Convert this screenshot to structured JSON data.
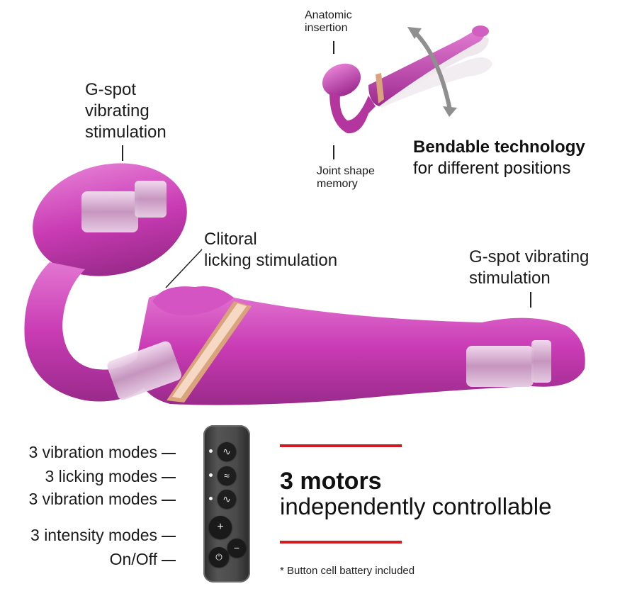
{
  "colors": {
    "product_main": "#c93bb4",
    "product_light": "#e47fd4",
    "product_dark": "#8a1d7b",
    "gold_band": "#d9a37c",
    "motor_silver": "#ddbfd8",
    "accent_red": "#d11a21",
    "remote_body": "#3d3d3d"
  },
  "top_figure": {
    "anatomic_insertion": "Anatomic\ninsertion",
    "joint_shape_memory": "Joint shape\nmemory",
    "bend_arrow_icon": "curved-double-arrow-icon"
  },
  "bendable": {
    "title": "Bendable technology",
    "subtitle": "for different positions"
  },
  "labels": {
    "gspot_left": "G-spot\nvibrating\nstimulation",
    "clitoral": "Clitoral\nlicking stimulation",
    "gspot_right": "G-spot vibrating\nstimulation"
  },
  "remote": {
    "labels": [
      "3 vibration modes",
      "3 licking modes",
      "3 vibration modes",
      "3 intensity modes",
      "On/Off"
    ],
    "buttons": [
      {
        "icon": "vibration-wave-icon",
        "glyph": "∿"
      },
      {
        "icon": "licking-tongue-icon",
        "glyph": "≈"
      },
      {
        "icon": "vibration-wave-icon",
        "glyph": "∿"
      },
      {
        "icon": "plus-icon",
        "glyph": "+"
      },
      {
        "icon": "minus-icon",
        "glyph": "−"
      },
      {
        "icon": "power-icon",
        "glyph": "⏻"
      }
    ]
  },
  "motors": {
    "title": "3 motors",
    "subtitle": "independently controllable"
  },
  "note": "* Button cell battery included"
}
